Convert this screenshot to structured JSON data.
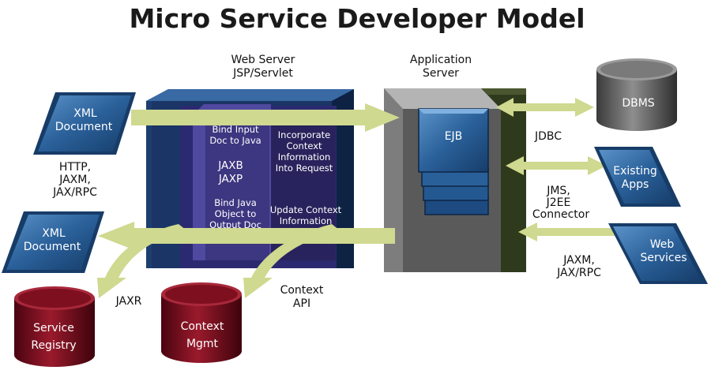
{
  "title": "Micro Service Developer Model",
  "web_server": {
    "line1": "Web Server",
    "line2": "JSP/Servlet"
  },
  "app_server": {
    "line1": "Application",
    "line2": "Server"
  },
  "xml_doc_top": {
    "line1": "XML",
    "line2": "Document"
  },
  "xml_doc_bottom": {
    "line1": "XML",
    "line2": "Document"
  },
  "protocols": {
    "line1": "HTTP,",
    "line2": "JAXM,",
    "line3": "JAX/RPC"
  },
  "servlet_left": {
    "bind_input_1": "Bind Input",
    "bind_input_2": "Doc to Java",
    "jaxb": "JAXB",
    "jaxp": "JAXP",
    "bind_java_1": "Bind Java",
    "bind_java_2": "Object to",
    "bind_java_3": "Output Doc"
  },
  "servlet_right": {
    "incorp_1": "Incorporate",
    "incorp_2": "Context",
    "incorp_3": "Information",
    "incorp_4": "Into Request",
    "update_1": "Update Context",
    "update_2": "Information"
  },
  "ejb": "EJB",
  "dbms": "DBMS",
  "jdbc": "JDBC",
  "existing_apps": {
    "line1": "Existing",
    "line2": "Apps"
  },
  "jms": {
    "line1": "JMS,",
    "line2": "J2EE",
    "line3": "Connector"
  },
  "web_services": {
    "line1": "Web",
    "line2": "Services"
  },
  "jaxm_rpc": {
    "line1": "JAXM,",
    "line2": "JAX/RPC"
  },
  "jaxr": "JAXR",
  "context_api": {
    "line1": "Context",
    "line2": "API"
  },
  "service_registry": {
    "line1": "Service",
    "line2": "Registry"
  },
  "context_mgmt": {
    "line1": "Context",
    "line2": "Mgmt"
  },
  "colors": {
    "blue_box": "#2a6099",
    "navy": "#141e5a",
    "indigo": "#3d3680",
    "gray": "#8a8a8a",
    "arrow": "#cfd98f",
    "db_red": "#7a0c1c",
    "db_gray": "#6f6f6f"
  }
}
